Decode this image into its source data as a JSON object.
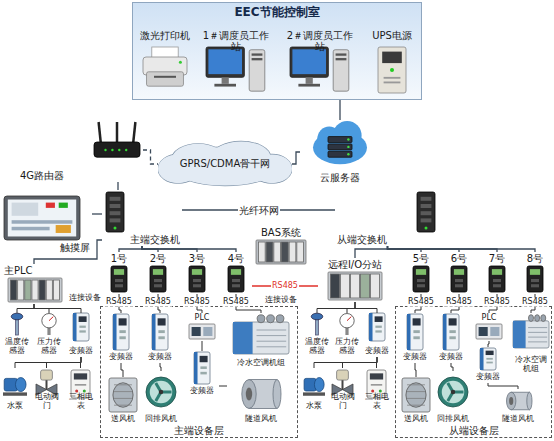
{
  "diagram": {
    "nodes": [
      {
        "text": [
          "EEC节能控制室"
        ]
      },
      {
        "text": [
          "激光打印机"
        ],
        "in": 0
      },
      {
        "text": [
          "1＃调度员工作站"
        ],
        "in": 0
      },
      {
        "text": [
          "2＃调度员工作站"
        ],
        "in": 0
      },
      {
        "text": [
          "UPS电源"
        ],
        "in": 0
      },
      {
        "text": [
          "4G路由器"
        ]
      },
      {
        "text": [
          "GPRS/CDMA骨干网"
        ]
      },
      {
        "text": [
          "云服务器"
        ]
      },
      {
        "text": [
          "触摸屏"
        ]
      },
      {
        "text": [
          "主端交换机"
        ]
      },
      {
        "text": [
          "从端交换机"
        ]
      },
      {
        "text": [
          "BAS系统"
        ]
      },
      {
        "text": [
          "主PLC"
        ]
      },
      {
        "text": [
          "远程I/O分站"
        ]
      },
      {
        "text": [
          "1号"
        ]
      },
      {
        "text": [
          "2号"
        ]
      },
      {
        "text": [
          "3号"
        ]
      },
      {
        "text": [
          "4号"
        ]
      },
      {
        "text": [
          "5号"
        ]
      },
      {
        "text": [
          "6号"
        ]
      },
      {
        "text": [
          "7号"
        ]
      },
      {
        "text": [
          "8号"
        ]
      },
      {
        "text": [
          "主端设备层"
        ]
      },
      {
        "text": [
          "变频器"
        ],
        "in": 22
      },
      {
        "text": [
          "变频器"
        ],
        "in": 22
      },
      {
        "text": [
          "PLC"
        ],
        "in": 22
      },
      {
        "text": [
          "变频器"
        ],
        "in": 22
      },
      {
        "text": [
          "冷水空调机组"
        ],
        "in": 22
      },
      {
        "text": [
          "送风机"
        ],
        "in": 22
      },
      {
        "text": [
          "回排风机"
        ],
        "in": 22
      },
      {
        "text": [
          "隧道风机"
        ],
        "in": 22
      },
      {
        "text": [
          "温度传感器"
        ]
      },
      {
        "text": [
          "压力传感器"
        ]
      },
      {
        "text": [
          "变频器"
        ]
      },
      {
        "text": [
          "水泵"
        ]
      },
      {
        "text": [
          "电动阀门"
        ]
      },
      {
        "text": [
          "三相电表"
        ]
      },
      {
        "text": [
          "从端设备层"
        ]
      },
      {
        "text": [
          "变频器"
        ],
        "in": 37
      },
      {
        "text": [
          "变频器"
        ],
        "in": 37
      },
      {
        "text": [
          "PLC"
        ],
        "in": 37
      },
      {
        "text": [
          "变频器"
        ],
        "in": 37
      },
      {
        "text": [
          "冷水空调机组"
        ],
        "in": 37
      },
      {
        "text": [
          "送风机"
        ],
        "in": 37
      },
      {
        "text": [
          "回排风机"
        ],
        "in": 37
      },
      {
        "text": [
          "隧道风机"
        ],
        "in": 37
      },
      {
        "text": [
          "温度传感器"
        ]
      },
      {
        "text": [
          "压力传感器"
        ]
      },
      {
        "text": [
          "变频器"
        ]
      },
      {
        "text": [
          "水泵"
        ]
      },
      {
        "text": [
          "电动阀门"
        ]
      },
      {
        "text": [
          "三相电表"
        ]
      }
    ],
    "edges": [
      {
        "from": 5,
        "to": 6,
        "arrow": "none"
      },
      {
        "from": 6,
        "to": 7,
        "arrow": "none"
      },
      {
        "from": 7,
        "to": 0,
        "arrow": "none"
      },
      {
        "from": 5,
        "to": 9,
        "arrow": "none"
      },
      {
        "from": 8,
        "to": 9,
        "arrow": "none"
      },
      {
        "from": 9,
        "to": 10,
        "label": "光纤环网",
        "arrow": "none"
      },
      {
        "from": 9,
        "to": 12,
        "arrow": "none"
      },
      {
        "from": 9,
        "to": 14,
        "arrow": "none"
      },
      {
        "from": 9,
        "to": 15,
        "arrow": "none"
      },
      {
        "from": 9,
        "to": 16,
        "arrow": "none"
      },
      {
        "from": 9,
        "to": 17,
        "arrow": "none"
      },
      {
        "from": 10,
        "to": 13,
        "arrow": "none"
      },
      {
        "from": 10,
        "to": 18,
        "arrow": "none"
      },
      {
        "from": 10,
        "to": 19,
        "arrow": "none"
      },
      {
        "from": 10,
        "to": 20,
        "arrow": "none"
      },
      {
        "from": 10,
        "to": 21,
        "arrow": "none"
      },
      {
        "from": 14,
        "to": 23,
        "label": "RS485",
        "arrow": "none"
      },
      {
        "from": 15,
        "to": 24,
        "label": "RS485",
        "arrow": "none"
      },
      {
        "from": 16,
        "to": 25,
        "label": "RS485",
        "arrow": "none"
      },
      {
        "from": 17,
        "to": 27,
        "label": "RS485",
        "arrow": "none"
      },
      {
        "from": 18,
        "to": 38,
        "label": "RS485",
        "arrow": "none"
      },
      {
        "from": 19,
        "to": 39,
        "label": "RS485",
        "arrow": "none"
      },
      {
        "from": 20,
        "to": 40,
        "label": "RS485",
        "arrow": "none"
      },
      {
        "from": 21,
        "to": 42,
        "label": "RS485",
        "arrow": "none"
      },
      {
        "from": 23,
        "to": 28,
        "arrow": "none"
      },
      {
        "from": 24,
        "to": 29,
        "arrow": "none"
      },
      {
        "from": 25,
        "to": 26,
        "arrow": "none"
      },
      {
        "from": 26,
        "to": 30,
        "arrow": "none"
      },
      {
        "from": 38,
        "to": 43,
        "arrow": "none"
      },
      {
        "from": 39,
        "to": 44,
        "arrow": "none"
      },
      {
        "from": 40,
        "to": 41,
        "arrow": "none"
      },
      {
        "from": 41,
        "to": 45,
        "arrow": "none"
      },
      {
        "from": 12,
        "to": 31,
        "arrow": "none"
      },
      {
        "from": 12,
        "to": 32,
        "arrow": "none"
      },
      {
        "from": 12,
        "to": 33,
        "arrow": "none"
      },
      {
        "from": 33,
        "to": 34,
        "arrow": "none"
      },
      {
        "from": 33,
        "to": 35,
        "arrow": "none"
      },
      {
        "from": 33,
        "to": 36,
        "arrow": "none"
      },
      {
        "from": 13,
        "to": 46,
        "arrow": "none"
      },
      {
        "from": 13,
        "to": 47,
        "arrow": "none"
      },
      {
        "from": 13,
        "to": 48,
        "arrow": "none"
      },
      {
        "from": 48,
        "to": 49,
        "arrow": "none"
      },
      {
        "from": 48,
        "to": 50,
        "arrow": "none"
      },
      {
        "from": 48,
        "to": 51,
        "arrow": "none"
      }
    ],
    "labels": [
      "连接设备",
      "连接设备",
      "RS485"
    ]
  }
}
